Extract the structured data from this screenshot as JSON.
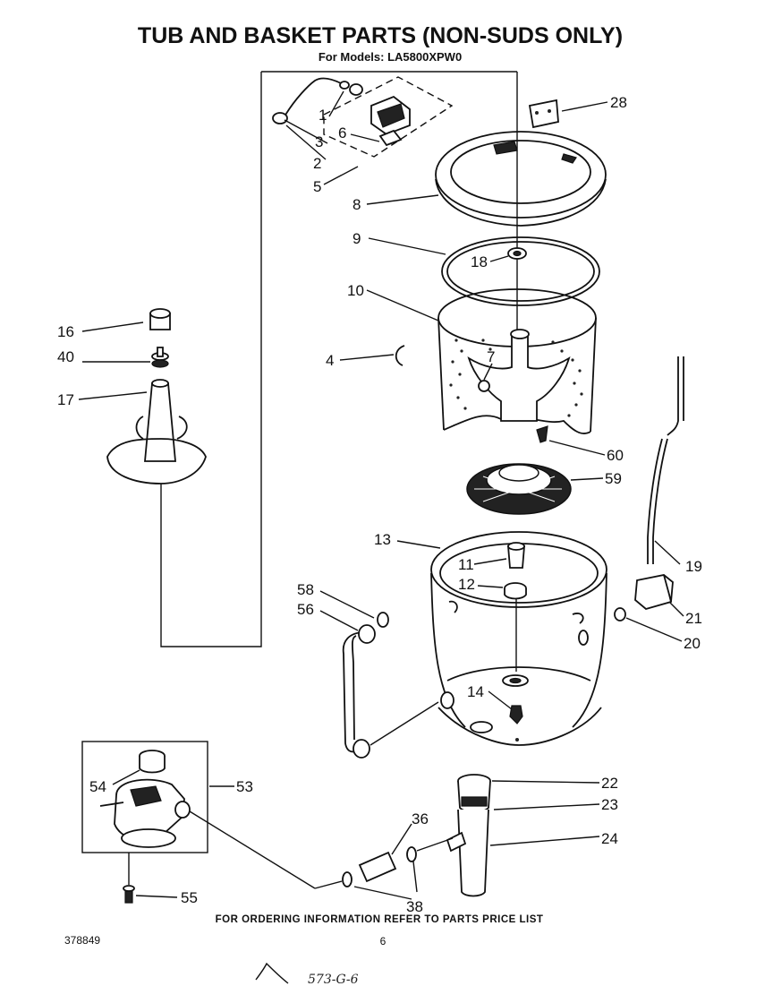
{
  "header": {
    "title": "TUB AND BASKET PARTS (NON-SUDS ONLY)",
    "subtitle": "For Models: LA5800XPW0"
  },
  "footer": {
    "ordering_note": "FOR ORDERING INFORMATION REFER TO PARTS PRICE LIST",
    "doc_number": "378849",
    "page_number": "6",
    "handwritten_note": "573-G-6"
  },
  "part_labels": {
    "p1": "1",
    "p2": "2",
    "p3": "3",
    "p4": "4",
    "p5": "5",
    "p6": "6",
    "p7": "7",
    "p8": "8",
    "p9": "9",
    "p10": "10",
    "p11": "11",
    "p12": "12",
    "p13": "13",
    "p14": "14",
    "p16": "16",
    "p17": "17",
    "p18": "18",
    "p19": "19",
    "p20": "20",
    "p21": "21",
    "p22": "22",
    "p23": "23",
    "p24": "24",
    "p28": "28",
    "p36": "36",
    "p38": "38",
    "p40": "40",
    "p53": "53",
    "p54": "54",
    "p55": "55",
    "p56": "56",
    "p58": "58",
    "p59": "59",
    "p60": "60"
  }
}
